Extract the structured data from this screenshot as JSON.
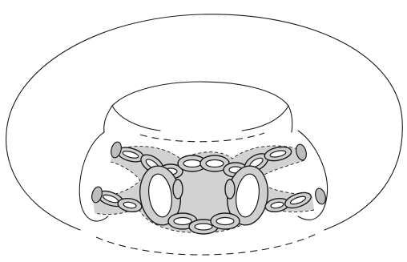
{
  "figure": {
    "caption": "",
    "colors": {
      "ink": "#1a1a1a",
      "shading": "#d2d2d2",
      "link_fill": "#cfcfcf",
      "background": "#ffffff"
    },
    "elements": [
      "torus-outline",
      "torus-hole",
      "hidden-dashed-curves",
      "shaded-chain-neighborhood",
      "chain-links",
      "tube-ends"
    ]
  }
}
